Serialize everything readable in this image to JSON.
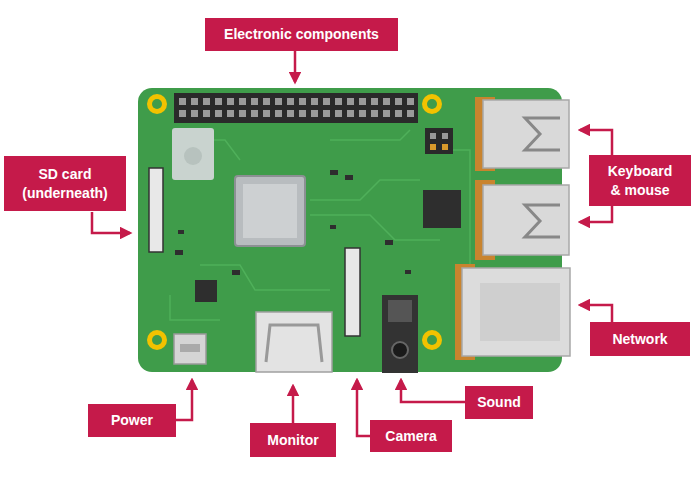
{
  "diagram": {
    "nodes": [
      {
        "text": [
          "Electronic components"
        ]
      },
      {
        "text": [
          "SD card (underneath)"
        ]
      },
      {
        "text": [
          "Keyboard & mouse"
        ]
      },
      {
        "text": [
          "Network"
        ]
      },
      {
        "text": [
          "Power"
        ]
      },
      {
        "text": [
          "Monitor"
        ]
      },
      {
        "text": [
          "Camera"
        ]
      },
      {
        "text": [
          "Sound"
        ]
      }
    ]
  }
}
